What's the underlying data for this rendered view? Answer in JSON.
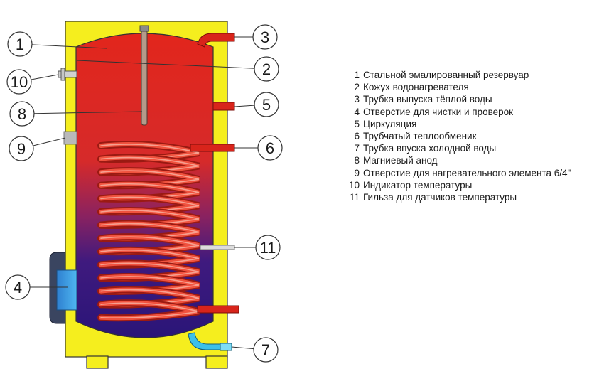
{
  "callouts": [
    {
      "num": "1",
      "label": "Стальной эмалированный резервуар"
    },
    {
      "num": "2",
      "label": "Кожух водонагревателя"
    },
    {
      "num": "3",
      "label": "Трубка выпуска тёплой воды"
    },
    {
      "num": "4",
      "label": "Отверстие для чистки и проверок"
    },
    {
      "num": "5",
      "label": "Циркуляция"
    },
    {
      "num": "6",
      "label": "Трубчатый теплообменик"
    },
    {
      "num": "7",
      "label": "Трубка впуска холодной воды"
    },
    {
      "num": "8",
      "label": "Магниевый анод"
    },
    {
      "num": "9",
      "label": "Отверстие для нагревательного элемента 6/4\""
    },
    {
      "num": "10",
      "label": "Индикатор температуры"
    },
    {
      "num": "11",
      "label": "Гильза для датчиков температуры"
    }
  ],
  "colors": {
    "casing": "#f5ee1e",
    "tank_top": "#e2261c",
    "tank_bottom": "#2d1780",
    "coil": "#e83a2a",
    "hot_pipe": "#d8241b",
    "cold_pipe": "#3cc0e8",
    "flange": "#3a4560",
    "anode": "#b49a8a"
  }
}
